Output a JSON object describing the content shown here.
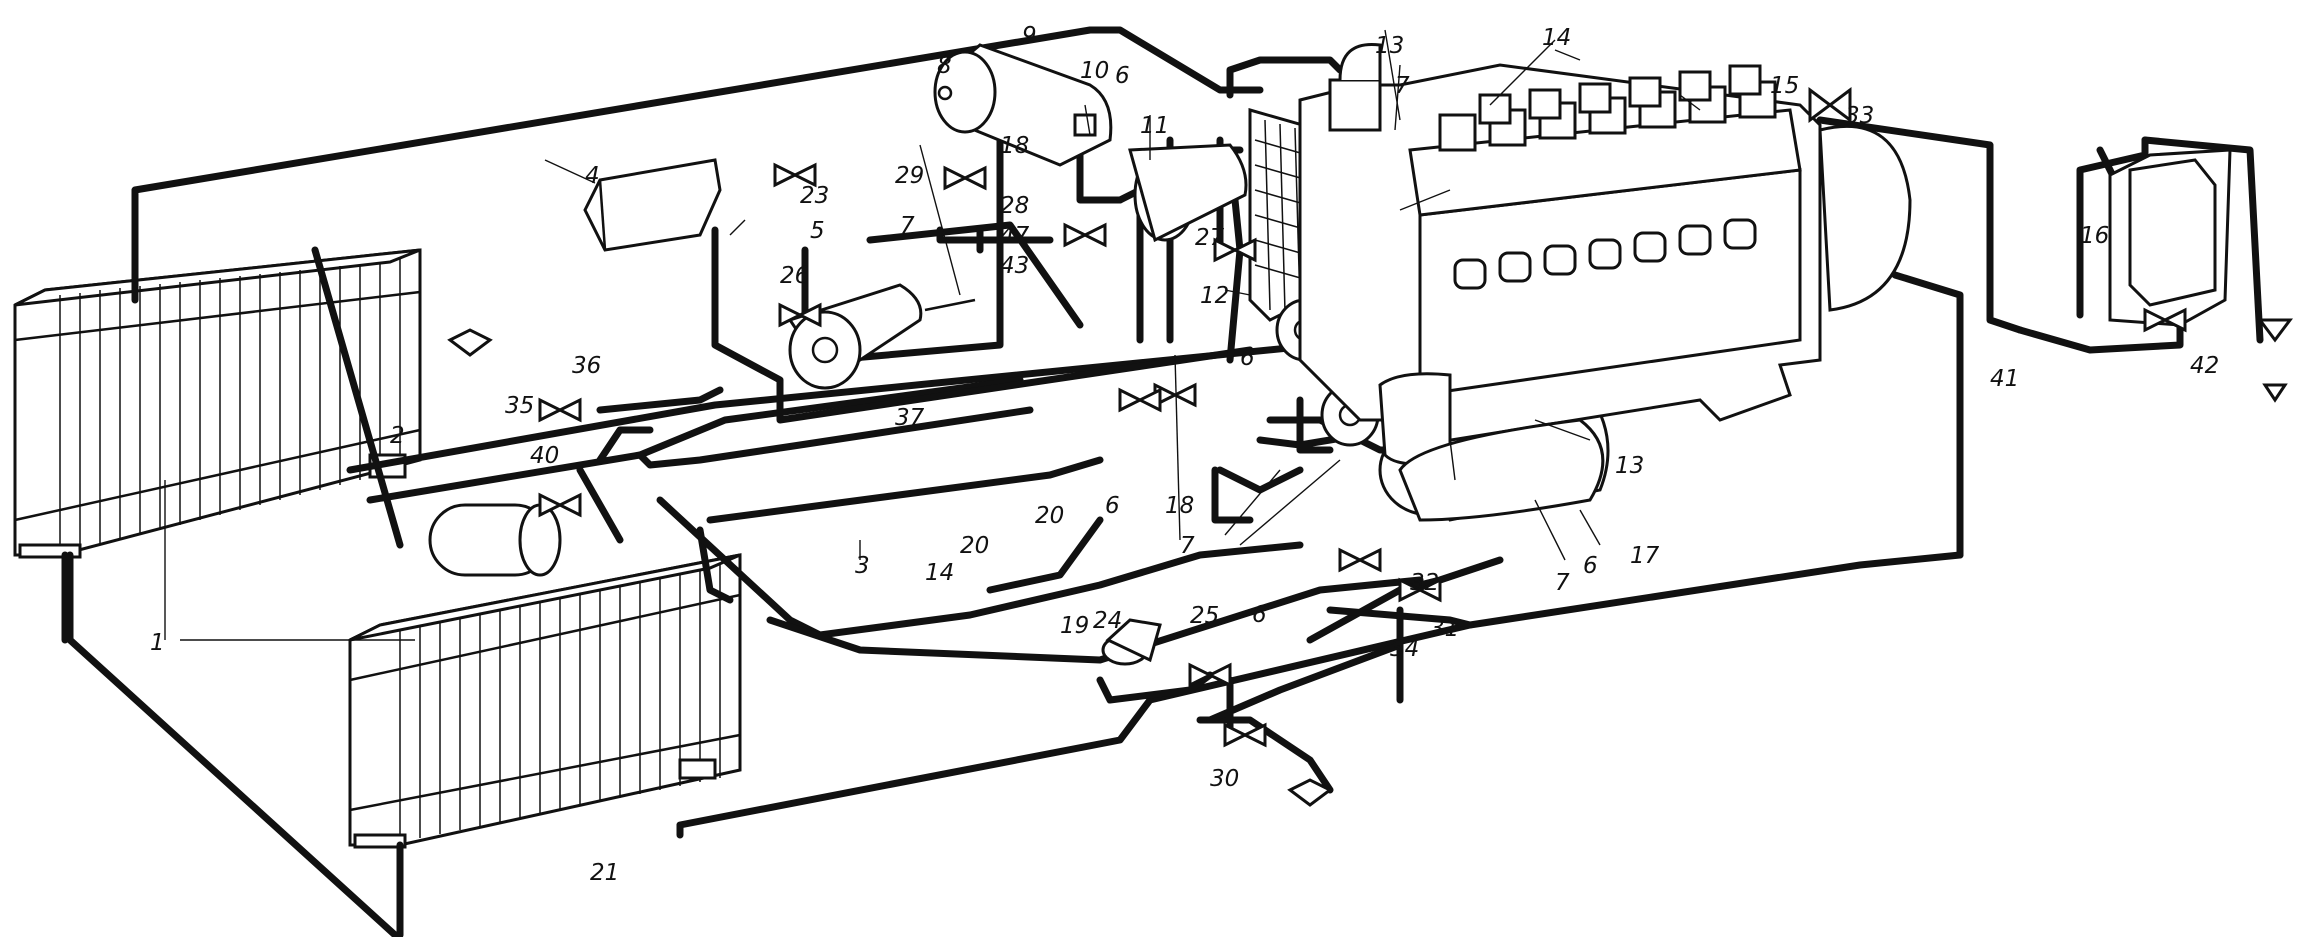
{
  "diagram": {
    "callouts": [
      {
        "id": "c1",
        "text": "1"
      },
      {
        "id": "c2",
        "text": "2"
      },
      {
        "id": "c3",
        "text": "3"
      },
      {
        "id": "c4",
        "text": "4"
      },
      {
        "id": "c5",
        "text": "5"
      },
      {
        "id": "c6a",
        "text": "6"
      },
      {
        "id": "c6b",
        "text": "6"
      },
      {
        "id": "c6c",
        "text": "6"
      },
      {
        "id": "c6d",
        "text": "6"
      },
      {
        "id": "c6e",
        "text": "6"
      },
      {
        "id": "c7a",
        "text": "7"
      },
      {
        "id": "c7b",
        "text": "7"
      },
      {
        "id": "c7c",
        "text": "7"
      },
      {
        "id": "c7d",
        "text": "7"
      },
      {
        "id": "c8",
        "text": "8"
      },
      {
        "id": "c9",
        "text": "9"
      },
      {
        "id": "c10",
        "text": "10"
      },
      {
        "id": "c11",
        "text": "11"
      },
      {
        "id": "c12",
        "text": "12"
      },
      {
        "id": "c13a",
        "text": "13"
      },
      {
        "id": "c13b",
        "text": "13"
      },
      {
        "id": "c14a",
        "text": "14"
      },
      {
        "id": "c14b",
        "text": "14"
      },
      {
        "id": "c15",
        "text": "15"
      },
      {
        "id": "c16",
        "text": "16"
      },
      {
        "id": "c17",
        "text": "17"
      },
      {
        "id": "c18a",
        "text": "18"
      },
      {
        "id": "c18b",
        "text": "18"
      },
      {
        "id": "c19",
        "text": "19"
      },
      {
        "id": "c20a",
        "text": "20"
      },
      {
        "id": "c20b",
        "text": "20"
      },
      {
        "id": "c21",
        "text": "21"
      },
      {
        "id": "c23",
        "text": "23"
      },
      {
        "id": "c24",
        "text": "24"
      },
      {
        "id": "c25",
        "text": "25"
      },
      {
        "id": "c26",
        "text": "26"
      },
      {
        "id": "c27",
        "text": "27"
      },
      {
        "id": "c28",
        "text": "28"
      },
      {
        "id": "c29",
        "text": "29"
      },
      {
        "id": "c30",
        "text": "30"
      },
      {
        "id": "c31",
        "text": "31"
      },
      {
        "id": "c32",
        "text": "32"
      },
      {
        "id": "c33",
        "text": "33"
      },
      {
        "id": "c34",
        "text": "34"
      },
      {
        "id": "c35",
        "text": "35"
      },
      {
        "id": "c36",
        "text": "36"
      },
      {
        "id": "c37",
        "text": "37"
      },
      {
        "id": "c40",
        "text": "40"
      },
      {
        "id": "c41",
        "text": "41"
      },
      {
        "id": "c42",
        "text": "42"
      },
      {
        "id": "c43",
        "text": "43"
      },
      {
        "id": "c47",
        "text": "47"
      }
    ]
  }
}
